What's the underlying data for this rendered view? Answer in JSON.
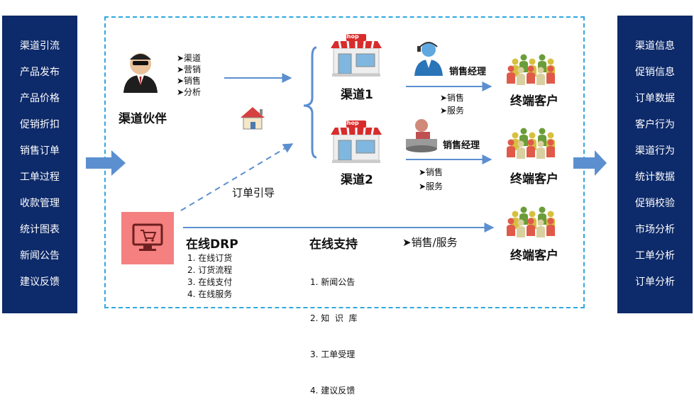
{
  "left_panel": {
    "items": [
      "渠道引流",
      "产品发布",
      "产品价格",
      "促销折扣",
      "销售订单",
      "工单过程",
      "收款管理",
      "统计图表",
      "新闻公告",
      "建议反馈"
    ]
  },
  "right_panel": {
    "items": [
      "渠道信息",
      "促销信息",
      "订单数据",
      "客户行为",
      "渠道行为",
      "统计数据",
      "促销校验",
      "市场分析",
      "工单分析",
      "订单分析"
    ]
  },
  "partner": {
    "label": "渠道伙伴",
    "actions": [
      "➤渠道",
      "➤营销",
      "➤销售",
      "➤分析"
    ]
  },
  "channel1": {
    "label": "渠道1",
    "sign": "shop",
    "manager": "销售经理",
    "services": [
      "➤销售",
      "➤服务"
    ],
    "customer": "终端客户"
  },
  "channel2": {
    "label": "渠道2",
    "sign": "shop",
    "manager": "销售经理",
    "services": [
      "➤销售",
      "➤服务"
    ],
    "customer": "终端客户"
  },
  "order_guide": "订单引导",
  "online_drp": {
    "title": "在线DRP",
    "items": [
      "1. 在线订货",
      "2. 订货流程",
      "3. 在线支付",
      "4. 在线服务"
    ]
  },
  "online_support": {
    "title": "在线支持",
    "items": [
      "1. 新闻公告",
      "2. 知  识  库",
      "3. 工单受理",
      "4. 建议反馈"
    ]
  },
  "online_sales": "➤销售/服务",
  "online_customer": "终端客户",
  "colors": {
    "side_panel": "#0d2a6a",
    "frame": "#30a8e0",
    "arrow": "#5b8fd0",
    "pc_tile": "#f48080"
  }
}
